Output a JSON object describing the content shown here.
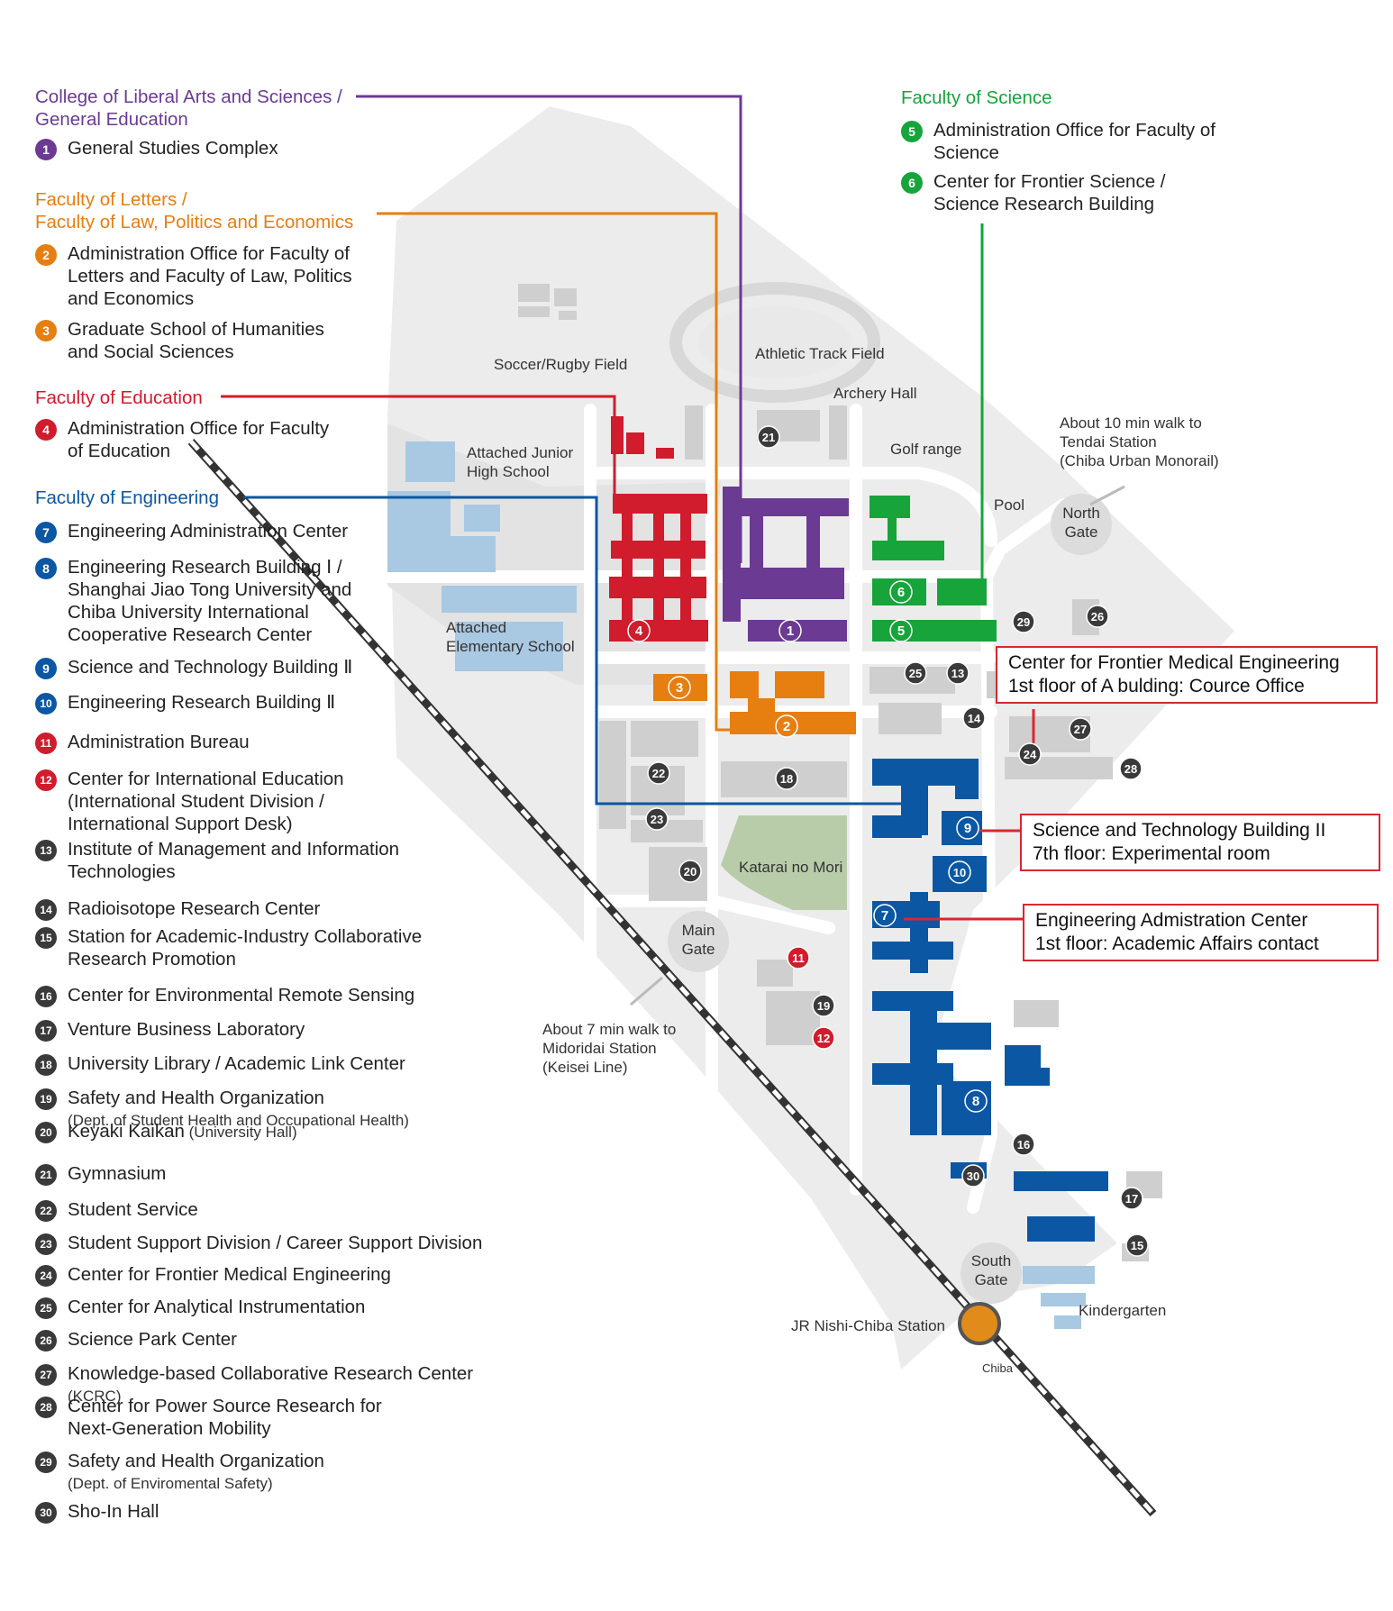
{
  "colors": {
    "liberal": "#6b3a93",
    "letters": "#e67e10",
    "education": "#d01c2c",
    "engineering": "#0b57a3",
    "science": "#17a43a",
    "gray_pin": "#3a3a3a",
    "station": "#e08b1a"
  },
  "categories": [
    {
      "key": "liberal",
      "title": "College of Liberal Arts and Sciences /\nGeneral Education"
    },
    {
      "key": "letters",
      "title": "Faculty of Letters /\nFaculty of Law, Politics and Economics"
    },
    {
      "key": "education",
      "title": "Faculty of Education"
    },
    {
      "key": "engineering",
      "title": "Faculty of Engineering"
    },
    {
      "key": "science",
      "title": "Faculty of Science"
    }
  ],
  "legend_items": [
    {
      "num": "1",
      "color": "liberal",
      "text": "General Studies Complex"
    },
    {
      "num": "2",
      "color": "letters",
      "text": "Administration Office for Faculty of\nLetters and Faculty of Law, Politics\nand Economics"
    },
    {
      "num": "3",
      "color": "letters",
      "text": "Graduate School of Humanities\nand Social Sciences"
    },
    {
      "num": "4",
      "color": "education",
      "text": "Administration Office for Faculty\nof Education"
    },
    {
      "num": "7",
      "color": "engineering",
      "text": "Engineering Administration Center"
    },
    {
      "num": "8",
      "color": "engineering",
      "text": "Engineering Research Building Ⅰ /\nShanghai Jiao Tong University and\nChiba University International\nCooperative Research Center"
    },
    {
      "num": "9",
      "color": "engineering",
      "text": "Science and Technology Building Ⅱ"
    },
    {
      "num": "10",
      "color": "engineering",
      "text": "Engineering Research Building Ⅱ"
    },
    {
      "num": "11",
      "color": "education_red",
      "text": "Administration Bureau"
    },
    {
      "num": "12",
      "color": "education_red",
      "text": "Center for International Education\n(International Student Division /\n International Support Desk)"
    },
    {
      "num": "13",
      "color": "gray",
      "text": "Institute of Management and Information\nTechnologies"
    },
    {
      "num": "14",
      "color": "gray",
      "text": "Radioisotope Research Center"
    },
    {
      "num": "15",
      "color": "gray",
      "text": "Station for Academic-Industry Collaborative\nResearch Promotion"
    },
    {
      "num": "16",
      "color": "gray",
      "text": "Center for Environmental Remote Sensing"
    },
    {
      "num": "17",
      "color": "gray",
      "text": "Venture Business Laboratory"
    },
    {
      "num": "18",
      "color": "gray",
      "text": "University Library / Academic Link Center"
    },
    {
      "num": "19",
      "color": "gray",
      "text": "Safety and Health Organization",
      "sub": "(Dept. of Student Health and Occupational Health)"
    },
    {
      "num": "20",
      "color": "gray",
      "text": "Keyaki Kaikan",
      "inline_sub": "(University Hall)"
    },
    {
      "num": "21",
      "color": "gray",
      "text": "Gymnasium"
    },
    {
      "num": "22",
      "color": "gray",
      "text": "Student Service"
    },
    {
      "num": "23",
      "color": "gray",
      "text": "Student Support Division / Career Support Division"
    },
    {
      "num": "24",
      "color": "gray",
      "text": "Center for Frontier Medical Engineering"
    },
    {
      "num": "25",
      "color": "gray",
      "text": "Center for Analytical Instrumentation"
    },
    {
      "num": "26",
      "color": "gray",
      "text": "Science Park Center"
    },
    {
      "num": "27",
      "color": "gray",
      "text": "Knowledge-based Collaborative Research Center",
      "sub": "(KCRC)"
    },
    {
      "num": "28",
      "color": "gray",
      "text": "Center for Power Source Research for\nNext-Generation Mobility"
    },
    {
      "num": "29",
      "color": "gray",
      "text": "Safety and Health Organization",
      "sub": "(Dept. of Enviromental Safety)"
    },
    {
      "num": "30",
      "color": "gray",
      "text": "Sho-In Hall"
    }
  ],
  "science_items": [
    {
      "num": "5",
      "text": "Administration Office for Faculty of\nScience"
    },
    {
      "num": "6",
      "text": "Center for Frontier Science /\nScience Research Building"
    }
  ],
  "map_labels": {
    "soccer": "Soccer/Rugby Field",
    "athletic": "Athletic Track Field",
    "archery": "Archery Hall",
    "golf": "Golf range",
    "pool": "Pool",
    "junior_high": "Attached Junior\nHigh School",
    "elementary": "Attached\nElementary School",
    "katarai": "Katarai no Mori",
    "kindergarten": "Kindergarten",
    "north_gate": "North\nGate",
    "main_gate": "Main\nGate",
    "south_gate": "South\nGate",
    "tendai": "About 10 min walk to\nTendai Station\n(Chiba Urban Monorail)",
    "midoridai": "About 7 min walk to\nMidoridai Station\n(Keisei Line)",
    "jr_station": "JR Nishi-Chiba Station",
    "chiba": "Chiba"
  },
  "callouts": {
    "medical": "Center for Frontier Medical Engineering\n1st floor of A bulding: Cource Office",
    "science_tech": "Science and Technology Building II\n7th floor: Experimental room",
    "eng_admin": "Engineering Admistration Center\n1st floor: Academic Affairs contact"
  },
  "map_pins": [
    "1",
    "2",
    "3",
    "4",
    "5",
    "6",
    "7",
    "8",
    "9",
    "10",
    "11",
    "12",
    "13",
    "14",
    "15",
    "16",
    "17",
    "18",
    "19",
    "20",
    "21",
    "22",
    "23",
    "24",
    "25",
    "26",
    "27",
    "28",
    "29",
    "30"
  ]
}
